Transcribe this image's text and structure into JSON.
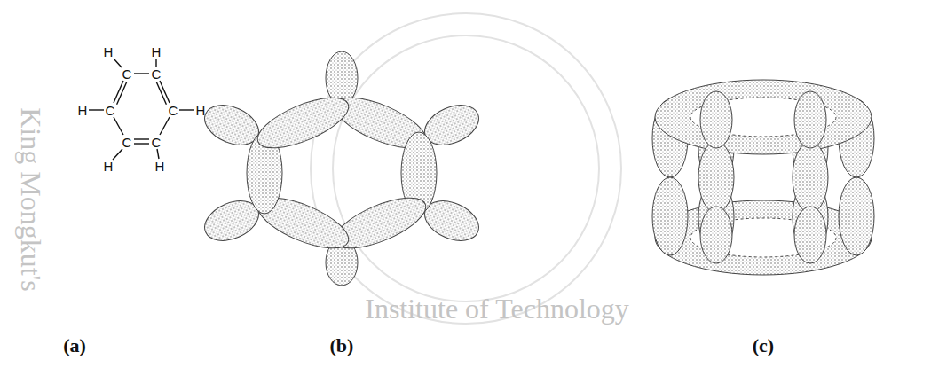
{
  "diagram": {
    "labels": [
      "H",
      "H",
      "C",
      "C",
      "H",
      "C",
      "C",
      "H",
      "C",
      "C",
      "H",
      "H",
      "(a)",
      "(b)",
      "(c)",
      "King Mongkut's",
      "Institute of Technology"
    ]
  }
}
